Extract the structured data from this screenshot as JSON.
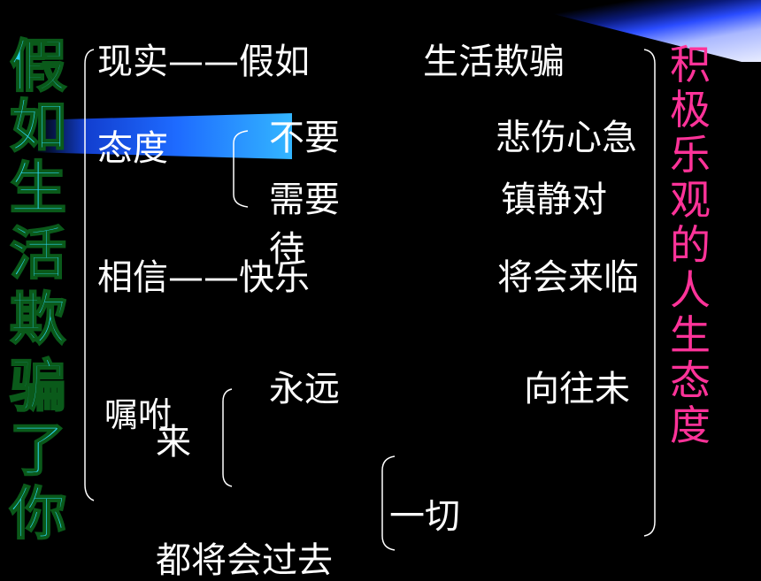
{
  "slide": {
    "title_vertical": [
      "假",
      "如",
      "生",
      "活",
      "欺",
      "骗",
      "了",
      "你"
    ],
    "conclusion_vertical": [
      "积",
      "极",
      "乐",
      "观",
      "的",
      "人",
      "生",
      "态",
      "度"
    ],
    "row1": {
      "label": "现实——假如",
      "right": "生活欺骗"
    },
    "row2": {
      "label": "态度",
      "a_left": "不要",
      "a_right": "悲伤心急",
      "b_left": "需要",
      "b_right": "镇静对",
      "b_wrap": "待"
    },
    "row3": {
      "label": "相信——快乐",
      "right": "将会来临"
    },
    "row4": {
      "label": "嘱咐",
      "label_wrap": "来",
      "a_left": "永远",
      "a_right": "向往未",
      "b_left": "一切",
      "b_bottom": "都将会过去"
    }
  },
  "colors": {
    "background": "#000000",
    "title": "#2bd4f0",
    "conclusion": "#ff3399",
    "text": "#ffffff"
  }
}
